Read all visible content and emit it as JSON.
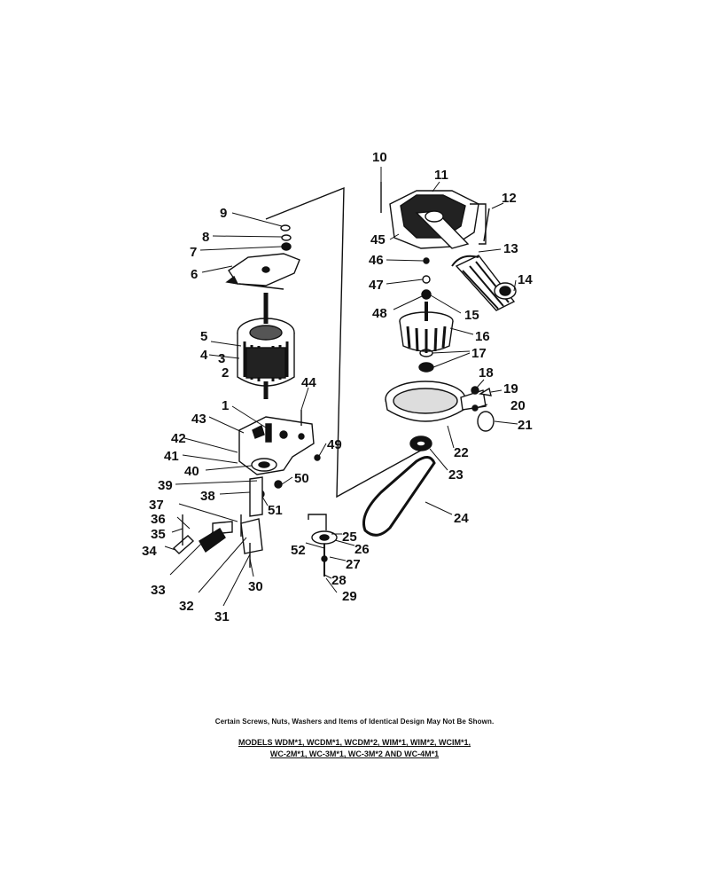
{
  "diagram": {
    "callouts": [
      "1",
      "2",
      "3",
      "4",
      "5",
      "6",
      "7",
      "8",
      "9",
      "10",
      "11",
      "12",
      "13",
      "14",
      "15",
      "16",
      "17",
      "18",
      "19",
      "20",
      "21",
      "22",
      "23",
      "24",
      "25",
      "26",
      "27",
      "28",
      "29",
      "30",
      "31",
      "32",
      "33",
      "34",
      "35",
      "36",
      "37",
      "38",
      "39",
      "40",
      "41",
      "42",
      "43",
      "44",
      "45",
      "46",
      "47",
      "48",
      "49",
      "50",
      "51",
      "52"
    ]
  },
  "notes": {
    "disclaimer": "Certain Screws, Nuts, Washers and Items of Identical Design May Not Be Shown.",
    "models_line1": "MODELS WDM*1, WCDM*1, WCDM*2, WIM*1, WIM*2, WCIM*1,",
    "models_line2": "WC-2M*1, WC-3M*1, WC-3M*2 AND WC-4M*1"
  }
}
